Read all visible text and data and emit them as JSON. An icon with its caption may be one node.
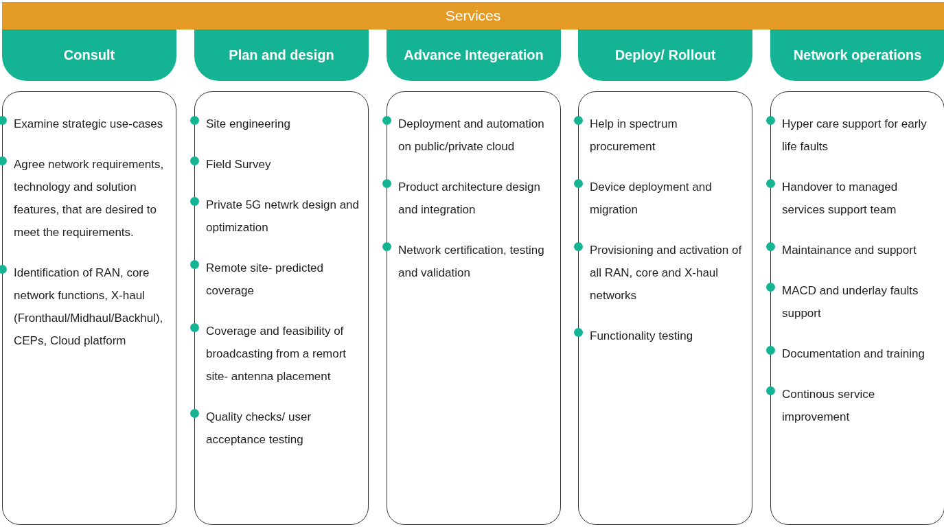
{
  "diagram": {
    "nodes": [
      {
        "text": [
          "Services"
        ]
      },
      {
        "text": [
          "Consult"
        ]
      },
      {
        "text": [
          "Examine strategic use-cases",
          "Agree network requirements, technology and solution features, that are desired to meet the requirements.",
          "Identification of RAN, core network functions, X-haul (Fronthaul/Midhaul/Backhul), CEPs, Cloud platform"
        ]
      },
      {
        "text": [
          "Plan and design"
        ]
      },
      {
        "text": [
          "Site engineering",
          "Field Survey",
          "Private 5G netwrk design and optimization",
          "Remote site- predicted coverage",
          "Coverage and feasibility of broadcasting from a remort site- antenna placement",
          "Quality checks/ user acceptance testing"
        ]
      },
      {
        "text": [
          "Advance Integeration"
        ]
      },
      {
        "text": [
          "Deployment and automation on public/private cloud",
          "Product architecture design and integration",
          "Network certification, testing and validation"
        ]
      },
      {
        "text": [
          "Deploy/ Rollout"
        ]
      },
      {
        "text": [
          "Help in spectrum procurement",
          "Device deployment and migration",
          "Provisioning and activation of all RAN, core and X-haul networks",
          "Functionality testing"
        ]
      },
      {
        "text": [
          "Network operations"
        ]
      },
      {
        "text": [
          "Hyper care support for early life faults",
          "Handover to managed services support team",
          "Maintainance and support",
          "MACD and underlay faults support",
          "Documentation and training",
          "Continous service improvement"
        ]
      }
    ],
    "edges": []
  }
}
